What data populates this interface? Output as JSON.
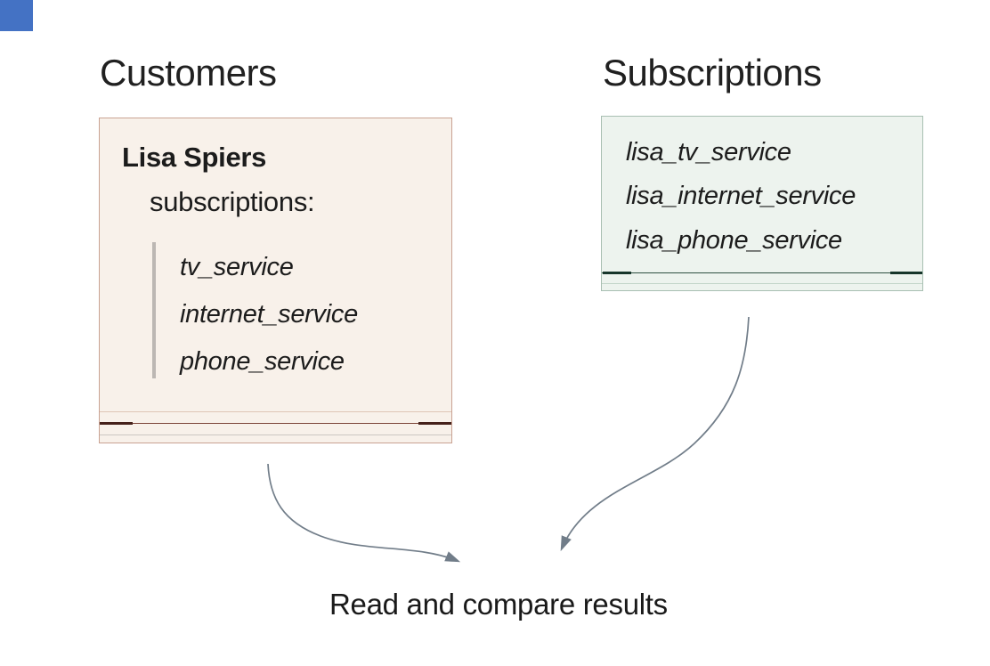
{
  "headings": {
    "customers": "Customers",
    "subscriptions": "Subscriptions"
  },
  "customers_card": {
    "name": "Lisa Spiers",
    "label": "subscriptions:",
    "items": [
      "tv_service",
      "internet_service",
      "phone_service"
    ]
  },
  "subscriptions_card": {
    "items": [
      "lisa_tv_service",
      "lisa_internet_service",
      "lisa_phone_service"
    ]
  },
  "footer": {
    "text": "Read and compare results"
  },
  "colors": {
    "page_bg": "#ffffff",
    "corner_rect": "#4472c4",
    "text": "#1c1c1c",
    "arrow": "#717d89",
    "cust_bg": "#f8f1ea",
    "cust_border": "#c9a292",
    "cust_rule_light": "#dfc5b5",
    "cust_rule_gray": "#cbc7c2",
    "cust_accent": "#7b4437",
    "cust_accent_dark": "#45211a",
    "subs_bg": "#edf3ee",
    "subs_border": "#a8bfb2",
    "subs_rule_light": "#c3d5c9",
    "subs_accent": "#2f4f42",
    "subs_accent_dark": "#16352a",
    "divider": "#bcb7b3"
  }
}
